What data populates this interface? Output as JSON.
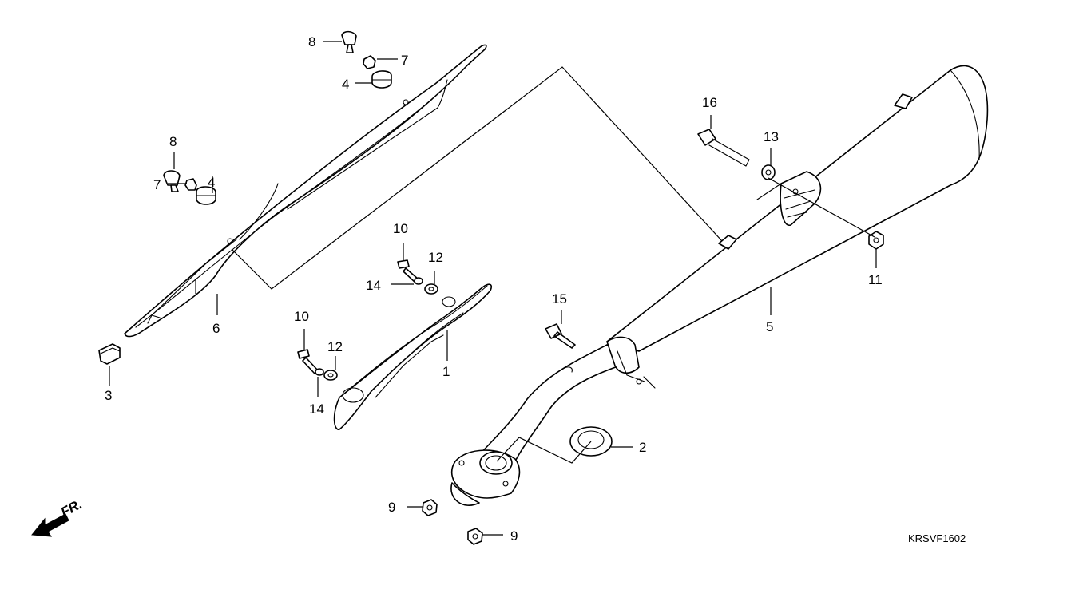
{
  "callouts": {
    "c1": "1",
    "c2": "2",
    "c3": "3",
    "c4a": "4",
    "c4b": "4",
    "c5": "5",
    "c6": "6",
    "c7a": "7",
    "c7b": "7",
    "c8a": "8",
    "c8b": "8",
    "c9a": "9",
    "c9b": "9",
    "c10a": "10",
    "c10b": "10",
    "c11": "11",
    "c12a": "12",
    "c12b": "12",
    "c13": "13",
    "c14a": "14",
    "c14b": "14",
    "c15": "15",
    "c16": "16"
  },
  "front_marker": "FR.",
  "diagram_code": "KRSVF1602"
}
